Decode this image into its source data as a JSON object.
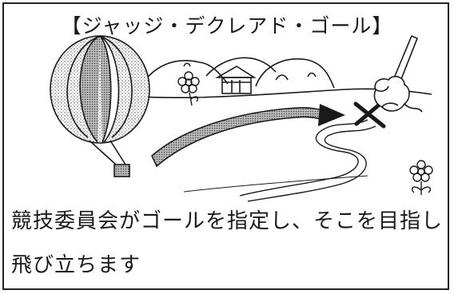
{
  "title": "【ジャッジ・デクレアド・ゴール】",
  "caption": {
    "line1": "競技委員会がゴールを指定し、そこを目指し",
    "line2": "飛び立ちます"
  },
  "illustration": {
    "subjects": [
      "hot-air-balloon",
      "hills",
      "house",
      "flowers",
      "winding-river",
      "arrow",
      "hand-with-marker",
      "x-target-mark"
    ],
    "ink_color": "#1a1a1a"
  }
}
